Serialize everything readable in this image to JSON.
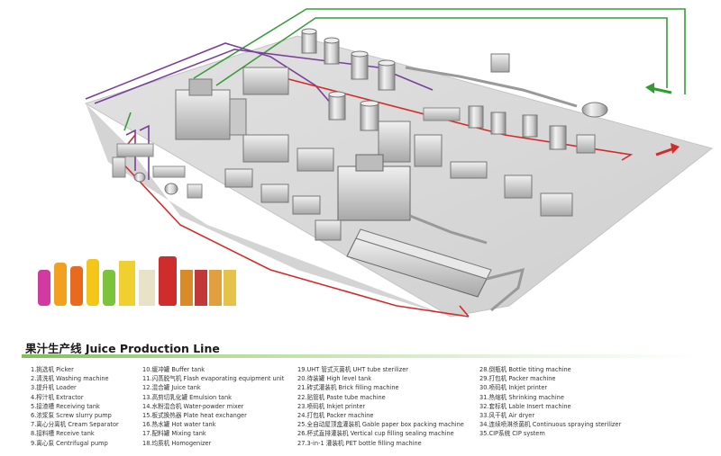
{
  "title": "果汁生产线 Juice Production Line",
  "legend": {
    "col1": [
      "1.挑选机 Picker",
      "2.清洗机 Washing machine",
      "3.提升机 Loader",
      "4.榨汁机 Extractor",
      "5.接渣槽 Receiving tank",
      "6.浓浆泵 Screw slurry pump",
      "7.离心分离机 Cream Separator",
      "8.接料槽 Receive tank",
      "9.离心泵 Centrifugal pump"
    ],
    "col2": [
      "10.缓冲罐 Buffer tank",
      "11.闪蒸脱气机 Flash evaporating equipment unit",
      "12.混合罐 Juice tank",
      "13.高剪切乳化罐 Emulsion tank",
      "14.水粉混合机 Water-powder mixer",
      "15.板式换热器 Plate heat exchanger",
      "16.热水罐 Hot water tank",
      "17.配料罐 Mixing tank",
      "18.均质机 Homogenizer"
    ],
    "col3": [
      "19.UHT 管式灭菌机 UHT tube sterilizer",
      "20.待装罐 High level tank",
      "21.砖式灌装机 Brick filling machine",
      "22.贴管机 Paste tube machine",
      "23.喷码机 Inkjet printer",
      "24.打包机 Packer machine",
      "25.全自动屋顶盒灌装机 Gable paper box packing machine",
      "26.杯式直排灌装机 Vertical cup filling sealing machine",
      "27.3-in-1 灌装机 PET bottle filling machine"
    ],
    "col4": [
      "28.倒瓶机 Bottle titing machine",
      "29.打包机 Packer machine",
      "30.喷码机 Inkjet printer",
      "31.热缩机 Shrinking machine",
      "32.套标机 Lable Insert machine",
      "33.风干机 Air dryer",
      "34.连续喷淋杀菌机 Continuous spraying sterilizer",
      "35.CIP系统 CIP system"
    ]
  },
  "colors": {
    "floor": "#d9d9d9",
    "pipe_green": "#3a9b3a",
    "pipe_purple": "#7a3f9a",
    "pipe_red": "#d42a2a",
    "accent": "#7fbf5a"
  },
  "icons": [
    "arrow-left-icon",
    "arrow-right-icon"
  ]
}
